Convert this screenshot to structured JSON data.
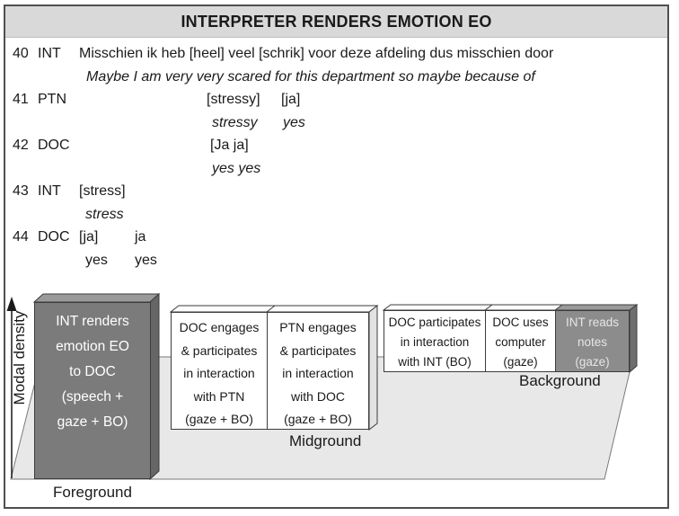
{
  "title": "INTERPRETER RENDERS EMOTION EO",
  "transcript": {
    "lines": [
      {
        "num": "40",
        "speaker": "INT",
        "a": "Misschien ik heb [heel] veel [schrik] voor deze afdeling dus misschien door"
      },
      {
        "a": "Maybe I am very very scared for this department so maybe because of"
      },
      {
        "num": "41",
        "speaker": "PTN",
        "a": "[stressy]",
        "b": "[ja]"
      },
      {
        "a": "stressy",
        "b": "yes"
      },
      {
        "num": "42",
        "speaker": "DOC",
        "a": "[Ja ja]"
      },
      {
        "a": "yes yes"
      },
      {
        "num": "43",
        "speaker": "INT",
        "a": "[stress]"
      },
      {
        "a": "stress"
      },
      {
        "num": "44",
        "speaker": "DOC",
        "a": "[ja]",
        "b": "ja"
      },
      {
        "a": "yes",
        "b": "yes"
      }
    ]
  },
  "diagram": {
    "axis_label": "Modal density",
    "foreground": {
      "label": "Foreground",
      "box": {
        "lines": [
          "INT renders",
          "emotion EO",
          "to DOC",
          "(speech +",
          "gaze + BO)"
        ]
      }
    },
    "midground": {
      "label": "Midground",
      "boxes": [
        {
          "lines": [
            "DOC engages",
            "& participates",
            "in interaction",
            "with PTN",
            "(gaze + BO)"
          ]
        },
        {
          "lines": [
            "PTN engages",
            "& participates",
            "in interaction",
            "with DOC",
            "(gaze + BO)"
          ]
        }
      ]
    },
    "background": {
      "label": "Background",
      "boxes": [
        {
          "lines": [
            "DOC participates",
            "in interaction",
            "with INT (BO)"
          ]
        },
        {
          "lines": [
            "DOC uses",
            "computer",
            "(gaze)"
          ]
        },
        {
          "lines": [
            "INT reads",
            "notes",
            "(gaze)"
          ]
        }
      ]
    }
  },
  "colors": {
    "title_bg": "#d9d9d9",
    "platform": "#e8e8e8",
    "foreground_box": "#7b7b7b",
    "background_dark_box": "#8c8c8c",
    "white_box": "#ffffff",
    "box_border": "#3c3c3c",
    "frame_border": "#4f4f4f"
  }
}
